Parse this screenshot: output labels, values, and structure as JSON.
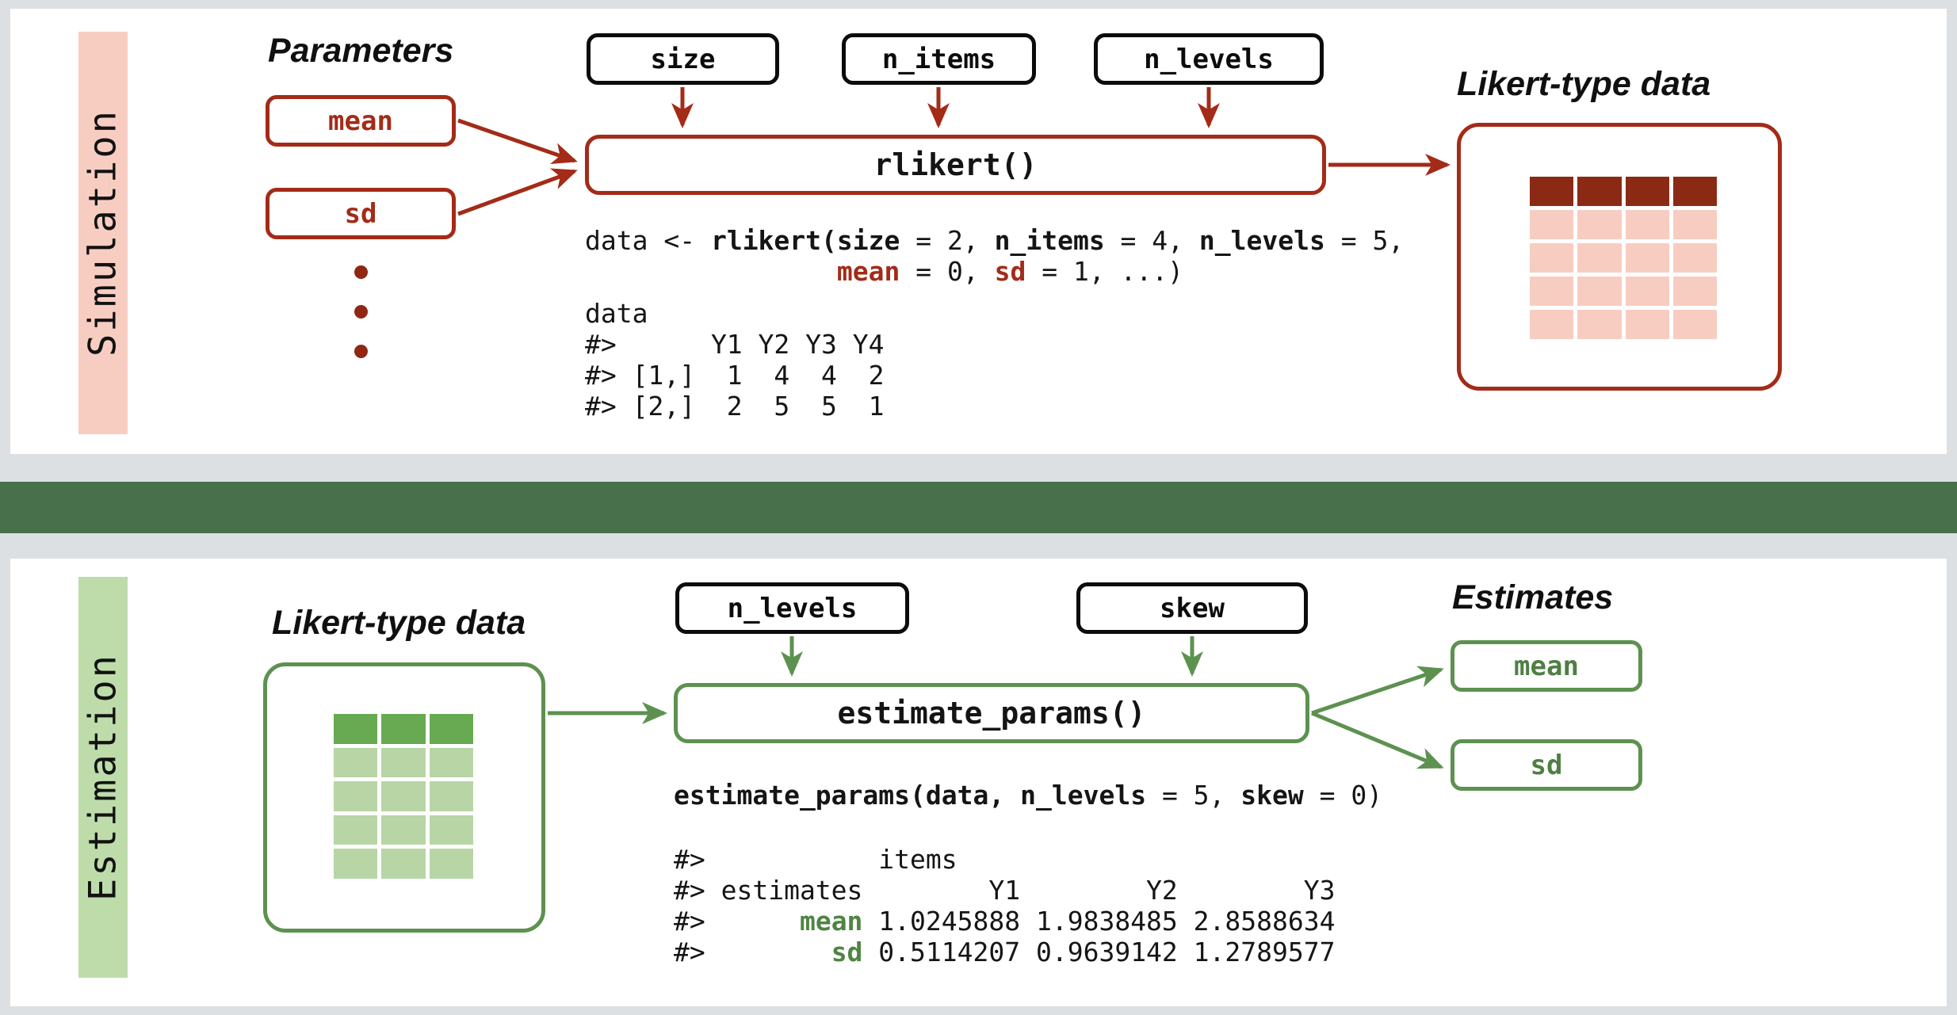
{
  "colors": {
    "page_background": "#dde0e2",
    "panel_background": "#ffffff",
    "divider_band": "#47704b",
    "simulation_tab": "#f7cdc2",
    "estimation_tab": "#bedcaa",
    "red_accent": "#a32b18",
    "red_dark_cell": "#8b2a14",
    "red_light_cell": "#f7cdc2",
    "green_accent": "#5d9150",
    "green_dark_cell": "#67aa52",
    "green_light_cell": "#b8d5a6",
    "black": "#0c0c0c"
  },
  "simulation": {
    "stage_label": "Simulation",
    "parameters_heading": "Parameters",
    "parameter_boxes": [
      {
        "label": "mean"
      },
      {
        "label": "sd"
      }
    ],
    "ellipsis_dots": 3,
    "argument_boxes": [
      {
        "label": "size"
      },
      {
        "label": "n_items"
      },
      {
        "label": "n_levels"
      }
    ],
    "function_box": "rlikert()",
    "output_heading": "Likert-type data",
    "grid": {
      "columns": 4,
      "rows": 5,
      "header_row_color": "#8b2a14",
      "body_row_color": "#f7cdc2"
    },
    "code": {
      "call_line_1": [
        {
          "text": "data <- ",
          "style": "plain"
        },
        {
          "text": "rlikert(",
          "style": "bold"
        },
        {
          "text": "size",
          "style": "bold"
        },
        {
          "text": " = 2, ",
          "style": "plain"
        },
        {
          "text": "n_items",
          "style": "bold"
        },
        {
          "text": " = 4, ",
          "style": "plain"
        },
        {
          "text": "n_levels",
          "style": "bold"
        },
        {
          "text": " = 5,",
          "style": "plain"
        }
      ],
      "call_line_2": [
        {
          "text": "                ",
          "style": "plain"
        },
        {
          "text": "mean",
          "style": "red"
        },
        {
          "text": " = 0, ",
          "style": "plain"
        },
        {
          "text": "sd",
          "style": "red"
        },
        {
          "text": " = 1, ...)",
          "style": "plain"
        }
      ],
      "echo_line": "data",
      "output_lines": [
        "#>      Y1 Y2 Y3 Y4",
        "#> [1,]  1  4  4  2",
        "#> [2,]  2  5  5  1"
      ]
    }
  },
  "estimation": {
    "stage_label": "Estimation",
    "input_heading": "Likert-type data",
    "grid": {
      "columns": 3,
      "rows": 5,
      "header_row_color": "#67aa52",
      "body_row_color": "#b8d5a6"
    },
    "argument_boxes": [
      {
        "label": "n_levels"
      },
      {
        "label": "skew"
      }
    ],
    "function_box": "estimate_params()",
    "estimates_heading": "Estimates",
    "estimate_boxes": [
      {
        "label": "mean"
      },
      {
        "label": "sd"
      }
    ],
    "code": {
      "call_line": [
        {
          "text": "estimate_params(",
          "style": "bold"
        },
        {
          "text": "data",
          "style": "bold"
        },
        {
          "text": ", ",
          "style": "bold"
        },
        {
          "text": "n_levels",
          "style": "bold"
        },
        {
          "text": " = 5, ",
          "style": "plain"
        },
        {
          "text": "skew",
          "style": "bold"
        },
        {
          "text": " = 0)",
          "style": "plain"
        }
      ],
      "output_header_1": "#>           items",
      "output_header_2": "#> estimates        Y1        Y2        Y3",
      "mean_row": {
        "prefix": "#>      ",
        "label": "mean",
        "values": " 1.0245888 1.9838485 2.8588634"
      },
      "sd_row": {
        "prefix": "#>        ",
        "label": "sd",
        "values": " 0.5114207 0.9639142 1.2789577"
      }
    }
  },
  "chart_data": {
    "type": "table",
    "title": "Likert simulation and estimation workflow",
    "simulated_matrix": {
      "columns": [
        "Y1",
        "Y2",
        "Y3",
        "Y4"
      ],
      "rows": [
        "[1,]",
        "[2,]"
      ],
      "values": [
        [
          1,
          4,
          4,
          2
        ],
        [
          2,
          5,
          5,
          1
        ]
      ]
    },
    "estimated_params": {
      "columns": [
        "Y1",
        "Y2",
        "Y3"
      ],
      "rows": [
        "mean",
        "sd"
      ],
      "values": [
        [
          1.0245888,
          1.9838485,
          2.8588634
        ],
        [
          0.5114207,
          0.9639142,
          1.2789577
        ]
      ]
    },
    "simulation_inputs": {
      "size": 2,
      "n_items": 4,
      "n_levels": 5,
      "mean": 0,
      "sd": 1
    },
    "estimation_inputs": {
      "n_levels": 5,
      "skew": 0
    }
  }
}
